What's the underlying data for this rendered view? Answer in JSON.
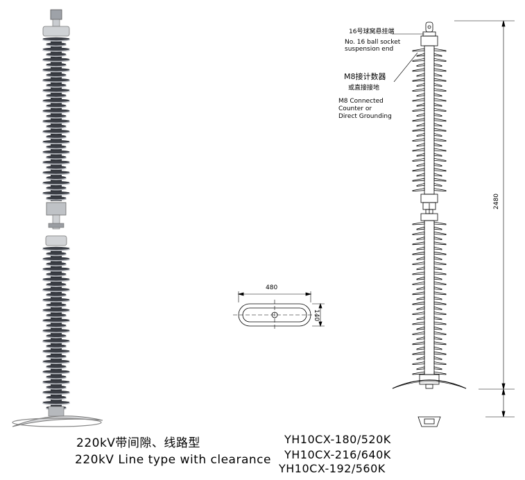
{
  "caption": {
    "chinese": "220kV带间隙、线路型",
    "english": "220kV Line type with clearance"
  },
  "models": [
    "YH10CX-180/520K",
    "YH10CX-216/640K",
    "YH10CX-192/560K"
  ],
  "labels": {
    "ball_socket_cn": "16号球窝悬挂端",
    "ball_socket_en_1": "No. 16 ball socket",
    "ball_socket_en_2": "suspension end",
    "m8_cn_1": "M8接计数器",
    "m8_cn_2": "或直接接地",
    "m8_en_1": "M8 Connected",
    "m8_en_2": "Counter or",
    "m8_en_3": "Direct Grounding"
  },
  "dimensions": {
    "height": "2480",
    "width": "480",
    "depth": "140"
  },
  "colors": {
    "shed_dark": "#3a3d44",
    "shed_light": "#b9bcc2",
    "metal": "#c7c9cc",
    "line": "#000000"
  }
}
